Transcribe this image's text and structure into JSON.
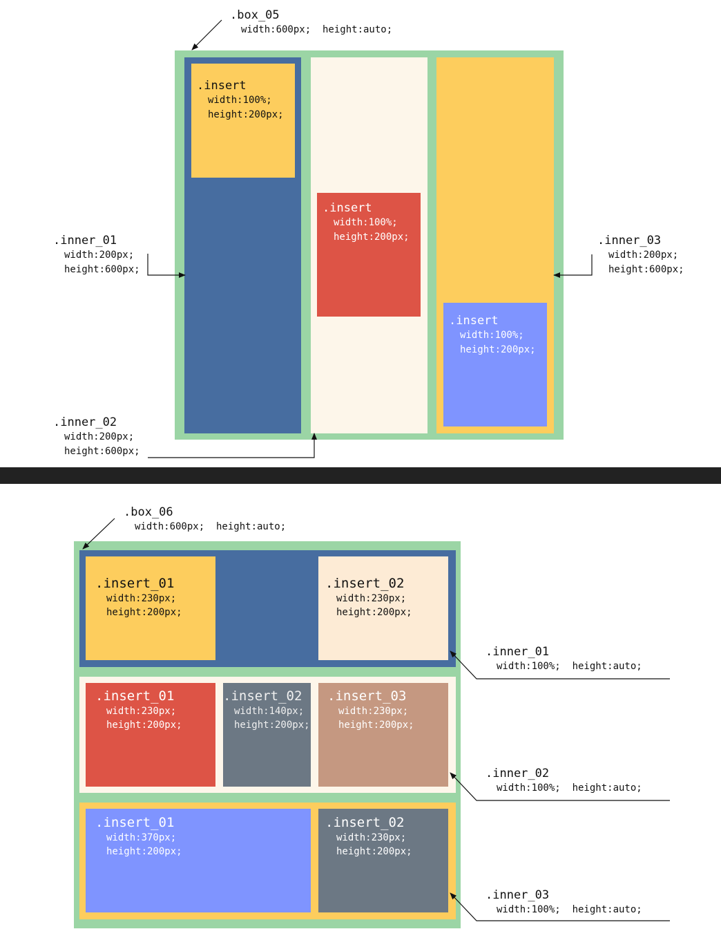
{
  "colors": {
    "green": "#9bd5a5",
    "blue": "#476da0",
    "cream": "#fdf6ea",
    "yellow": "#fdcd5d",
    "red": "#dd5446",
    "periwinkle": "#7f94ff",
    "peach": "#fdebd5",
    "slate": "#6c7884",
    "tan": "#c59881",
    "divider": "#222222"
  },
  "diagram1": {
    "box": {
      "name": ".box_05",
      "props": "width:600px;  height:auto;"
    },
    "inner_01": {
      "name": ".inner_01",
      "width": "width:200px;",
      "height": "height:600px;",
      "insert": {
        "name": ".insert",
        "width": "width:100%;",
        "height": "height:200px;"
      }
    },
    "inner_02": {
      "name": ".inner_02",
      "width": "width:200px;",
      "height": "height:600px;",
      "insert": {
        "name": ".insert",
        "width": "width:100%;",
        "height": "height:200px;"
      }
    },
    "inner_03": {
      "name": ".inner_03",
      "width": "width:200px;",
      "height": "height:600px;",
      "insert": {
        "name": ".insert",
        "width": "width:100%;",
        "height": "height:200px;"
      }
    }
  },
  "diagram2": {
    "box": {
      "name": ".box_06",
      "props": "width:600px;  height:auto;"
    },
    "inner_01": {
      "name": ".inner_01",
      "props": "width:100%;  height:auto;",
      "insert_01": {
        "name": ".insert_01",
        "width": "width:230px;",
        "height": "height:200px;"
      },
      "insert_02": {
        "name": ".insert_02",
        "width": "width:230px;",
        "height": "height:200px;"
      }
    },
    "inner_02": {
      "name": ".inner_02",
      "props": "width:100%;  height:auto;",
      "insert_01": {
        "name": ".insert_01",
        "width": "width:230px;",
        "height": "height:200px;"
      },
      "insert_02": {
        "name": ".insert_02",
        "width": "width:140px;",
        "height": "height:200px;"
      },
      "insert_03": {
        "name": ".insert_03",
        "width": "width:230px;",
        "height": "height:200px;"
      }
    },
    "inner_03": {
      "name": ".inner_03",
      "props": "width:100%;  height:auto;",
      "insert_01": {
        "name": ".insert_01",
        "width": "width:370px;",
        "height": "height:200px;"
      },
      "insert_02": {
        "name": ".insert_02",
        "width": "width:230px;",
        "height": "height:200px;"
      }
    }
  }
}
